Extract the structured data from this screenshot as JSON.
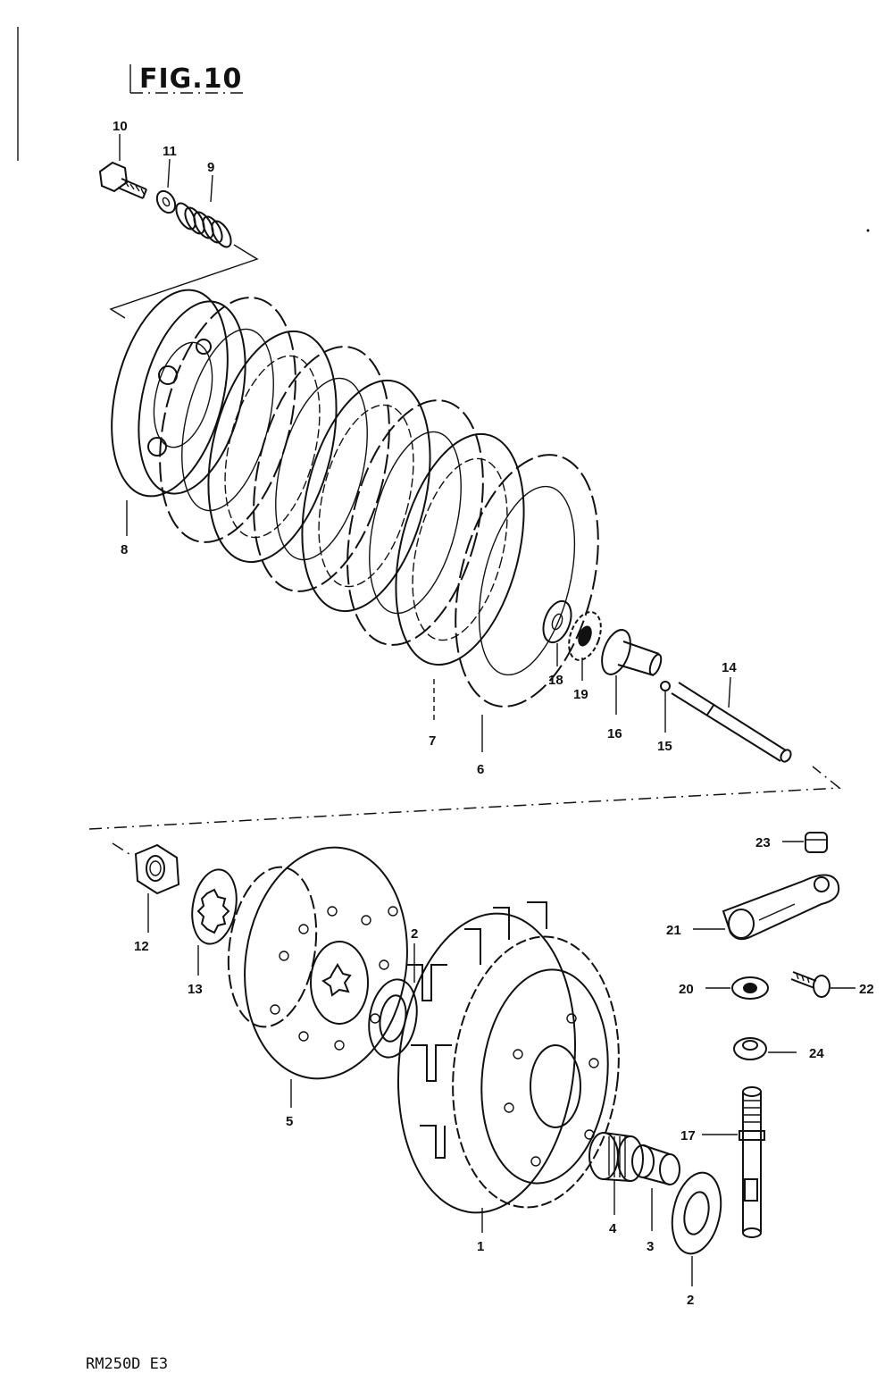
{
  "figure": {
    "title": "FIG.10",
    "model_code": "RM250D  E3"
  },
  "callouts": [
    {
      "id": "c10",
      "text": "10"
    },
    {
      "id": "c11",
      "text": "11"
    },
    {
      "id": "c9",
      "text": "9"
    },
    {
      "id": "c8",
      "text": "8"
    },
    {
      "id": "c7",
      "text": "7"
    },
    {
      "id": "c6",
      "text": "6"
    },
    {
      "id": "c18",
      "text": "18"
    },
    {
      "id": "c19",
      "text": "19"
    },
    {
      "id": "c16",
      "text": "16"
    },
    {
      "id": "c15",
      "text": "15"
    },
    {
      "id": "c14",
      "text": "14"
    },
    {
      "id": "c23",
      "text": "23"
    },
    {
      "id": "c21",
      "text": "21"
    },
    {
      "id": "c20",
      "text": "20"
    },
    {
      "id": "c22",
      "text": "22"
    },
    {
      "id": "c24",
      "text": "24"
    },
    {
      "id": "c17",
      "text": "17"
    },
    {
      "id": "c12",
      "text": "12"
    },
    {
      "id": "c13",
      "text": "13"
    },
    {
      "id": "c2a",
      "text": "2"
    },
    {
      "id": "c5",
      "text": "5"
    },
    {
      "id": "c1",
      "text": "1"
    },
    {
      "id": "c4",
      "text": "4"
    },
    {
      "id": "c3",
      "text": "3"
    },
    {
      "id": "c2b",
      "text": "2"
    }
  ],
  "parts": [
    {
      "name": "bolt-icon",
      "ref": "10"
    },
    {
      "name": "washer-icon",
      "ref": "11"
    },
    {
      "name": "spring-icon",
      "ref": "9"
    },
    {
      "name": "pressure-plate-icon",
      "ref": "8"
    },
    {
      "name": "friction-plate-icon",
      "ref": "6"
    },
    {
      "name": "drive-plate-icon",
      "ref": "7"
    },
    {
      "name": "bearing-icon",
      "ref": "19"
    },
    {
      "name": "push-rod-icon",
      "ref": "14"
    },
    {
      "name": "nut-icon",
      "ref": "12"
    },
    {
      "name": "clutch-sleeve-hub-icon",
      "ref": "5"
    },
    {
      "name": "primary-driven-gear-icon",
      "ref": "1"
    },
    {
      "name": "release-camshaft-icon",
      "ref": "17"
    }
  ]
}
